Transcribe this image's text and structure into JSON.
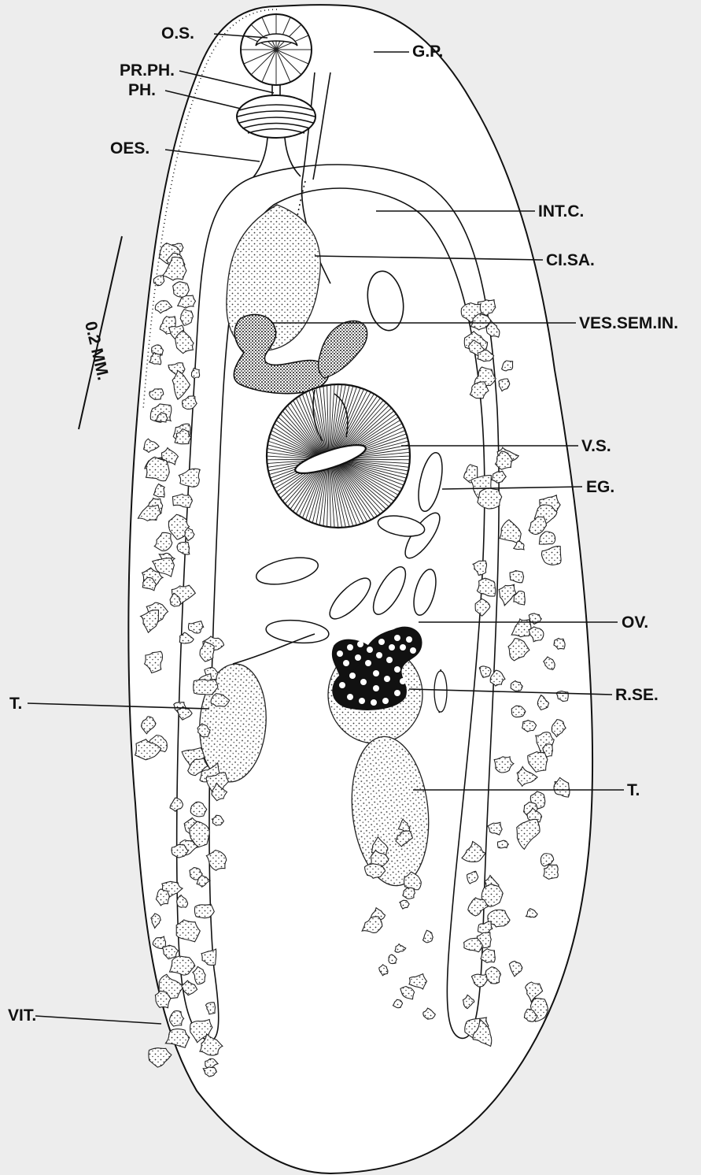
{
  "labels": {
    "os": "O.S.",
    "prph": "PR.PH.",
    "ph": "PH.",
    "oes": "OES.",
    "gp": "G.P.",
    "intc": "INT.C.",
    "cisa": "CI.SA.",
    "vessemin": "VES.SEM.IN.",
    "vs": "V.S.",
    "eg": "EG.",
    "ov": "OV.",
    "rse": "R.SE.",
    "t_left": "T.",
    "t_right": "T.",
    "vit": "VIT."
  },
  "scale_bar": {
    "label": "0.2 MM."
  },
  "colors": {
    "background": "#ededed",
    "ink": "#111111"
  }
}
